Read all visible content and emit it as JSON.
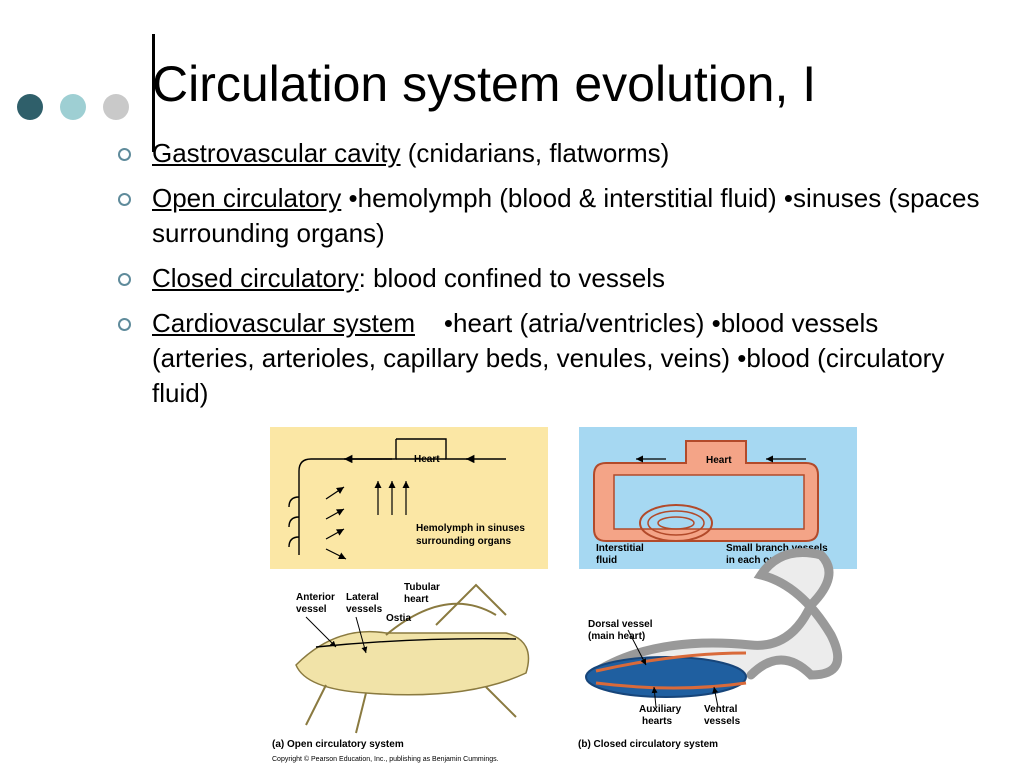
{
  "title": "Circulation system evolution, I",
  "colors": {
    "dot1": "#2f5f6a",
    "dot2": "#9ecfd3",
    "dot3": "#c9c9c9",
    "bullet": "#5f8b9b",
    "open_bg": "#fbe7a5",
    "closed_bg": "#a6d8f2",
    "vessel": "#f4a487"
  },
  "bullets": [
    {
      "term": "Gastrovascular cavity",
      "text": " (cnidarians, flatworms)"
    },
    {
      "term": "Open circulatory",
      "text": " •hemolymph (blood & interstitial fluid) •sinuses (spaces surrounding organs)"
    },
    {
      "term": "Closed circulatory",
      "text": ": blood confined to vessels"
    },
    {
      "term": "Cardiovascular system",
      "text": "    •heart (atria/ventricles) •blood vessels     (arteries, arterioles, capillary beds, venules, veins) •blood (circulatory fluid)"
    }
  ],
  "figure": {
    "open_panel": {
      "heart": "Heart",
      "sinus_line1": "Hemolymph in sinuses",
      "sinus_line2": "surrounding organs"
    },
    "closed_panel": {
      "heart": "Heart",
      "interstitial_1": "Interstitial",
      "interstitial_2": "fluid",
      "branch_1": "Small branch vessels",
      "branch_2": "in each organ"
    },
    "insect": {
      "anterior_1": "Anterior",
      "anterior_2": "vessel",
      "lateral_1": "Lateral",
      "lateral_2": "vessels",
      "tubular_1": "Tubular",
      "tubular_2": "heart",
      "ostia": "Ostia"
    },
    "worm": {
      "dorsal_1": "Dorsal vessel",
      "dorsal_2": "(main heart)",
      "aux_1": "Auxiliary",
      "aux_2": "hearts",
      "ventral_1": "Ventral",
      "ventral_2": "vessels"
    },
    "caption_a": "(a) Open circulatory system",
    "caption_b": "(b) Closed circulatory system",
    "copyright": "Copyright © Pearson Education, Inc., publishing as Benjamin Cummings."
  }
}
